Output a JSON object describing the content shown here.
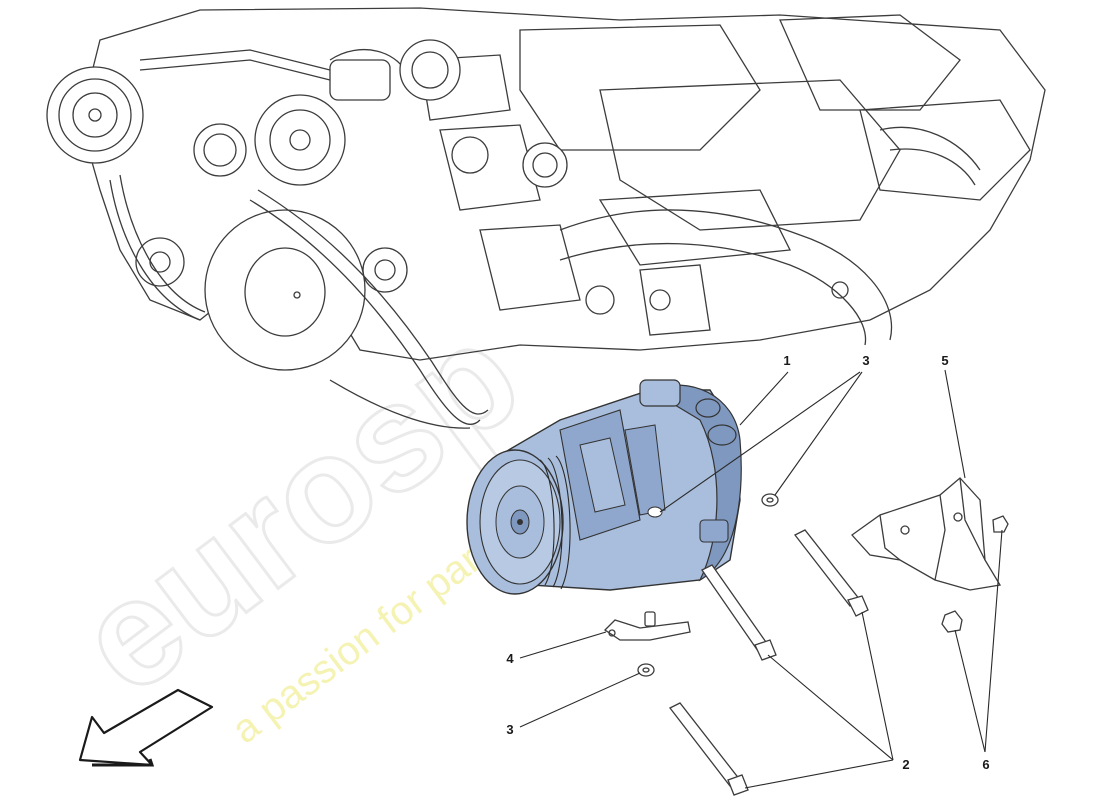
{
  "watermark": {
    "brand": "eurosp",
    "tagline": "a passion for parts since 1985"
  },
  "callouts": [
    {
      "label": "1"
    },
    {
      "label": "2"
    },
    {
      "label": "3"
    },
    {
      "label": "3"
    },
    {
      "label": "4"
    },
    {
      "label": "5"
    },
    {
      "label": "6"
    }
  ],
  "colors": {
    "highlight_part": "#a9bedc",
    "highlight_part_shadow": "#7f98bf",
    "linework": "#333333"
  },
  "icons": [
    "direction-arrow-icon"
  ]
}
